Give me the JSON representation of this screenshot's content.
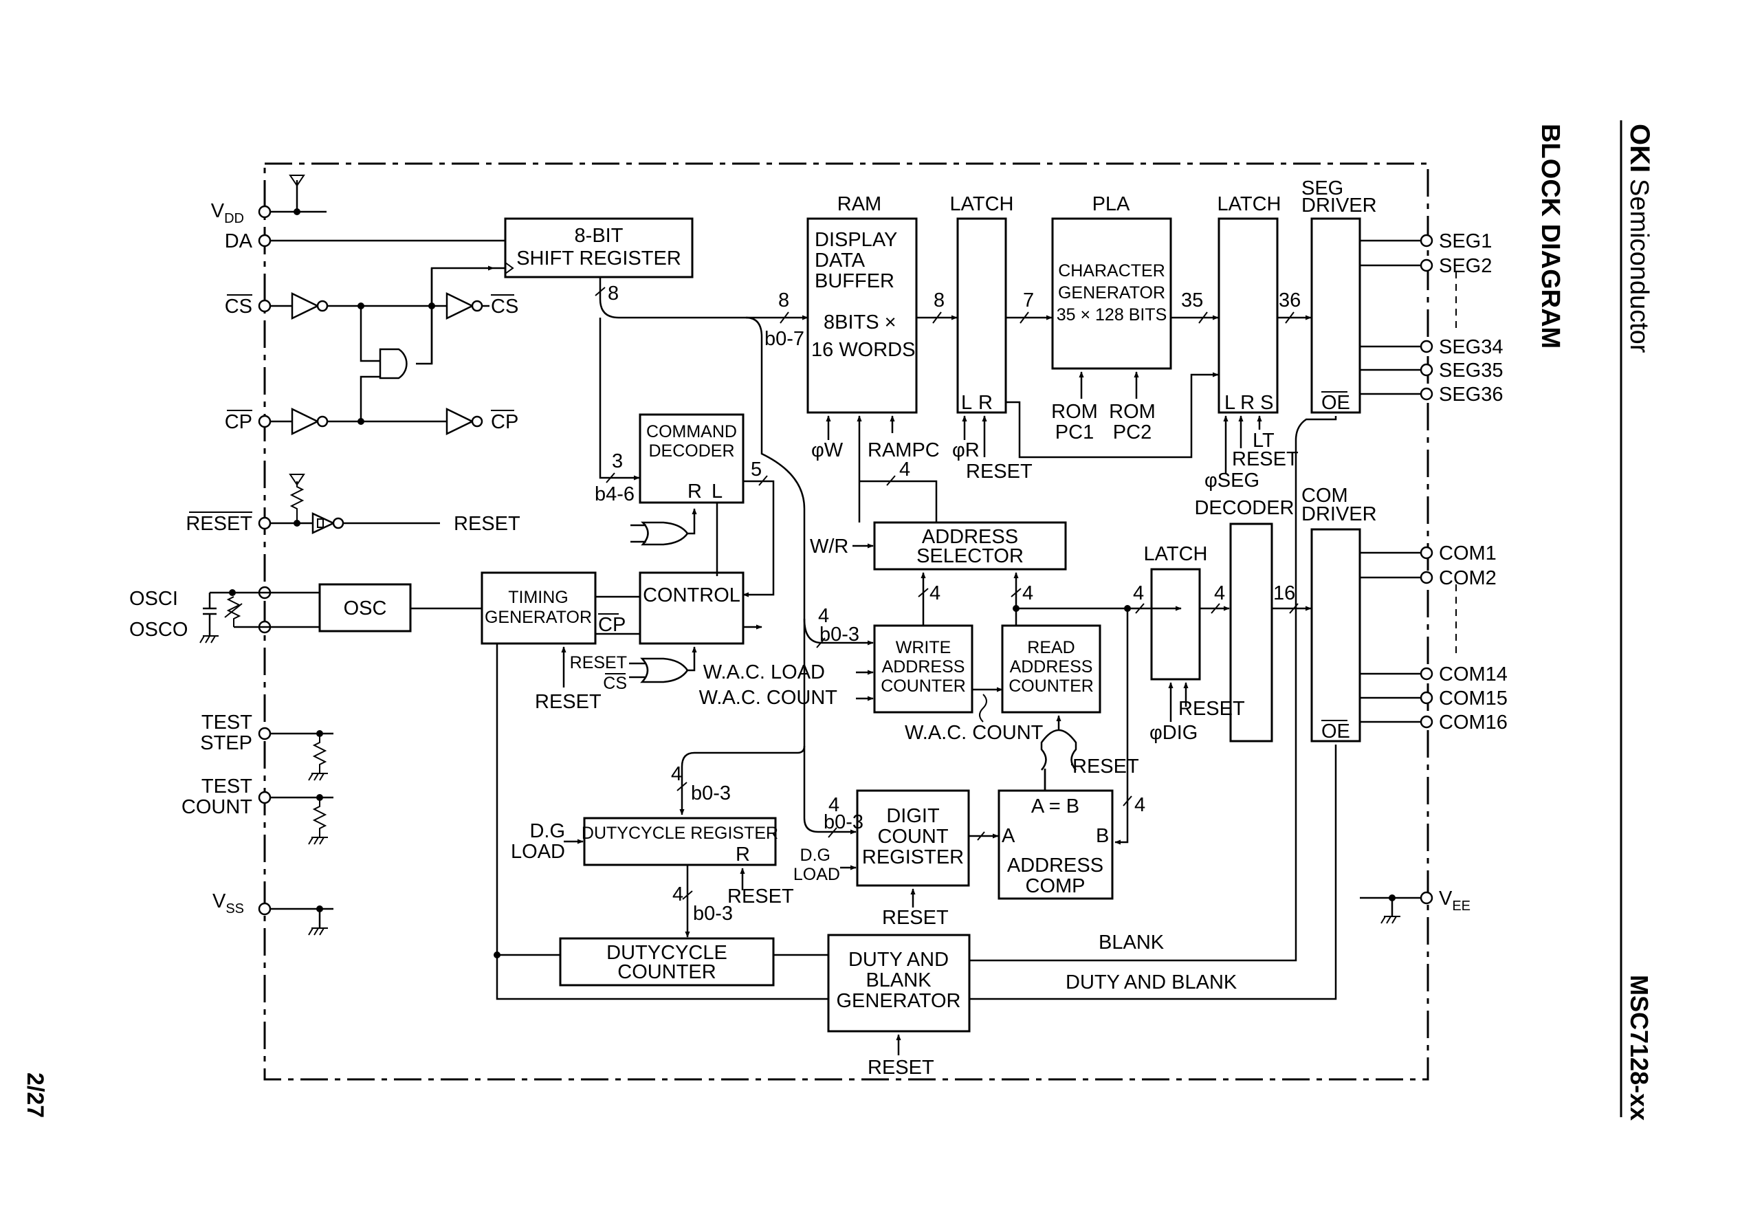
{
  "header": {
    "brand": "OKI",
    "brand_suffix": "Semiconductor",
    "section_title": "BLOCK DIAGRAM",
    "part_number": "MSC7128-xx",
    "page_number": "2/27"
  },
  "pins_left": {
    "vdd": "V",
    "vdd_sub": "DD",
    "da": "DA",
    "cs": "CS",
    "cp": "CP",
    "reset": "RESET",
    "osci": "OSCI",
    "osco": "OSCO",
    "test_step_1": "TEST",
    "test_step_2": "STEP",
    "test_count_1": "TEST",
    "test_count_2": "COUNT",
    "vss": "V",
    "vss_sub": "SS"
  },
  "pins_right": {
    "seg1": "SEG1",
    "seg2": "SEG2",
    "seg34": "SEG34",
    "seg35": "SEG35",
    "seg36": "SEG36",
    "com1": "COM1",
    "com2": "COM2",
    "com14": "COM14",
    "com15": "COM15",
    "com16": "COM16",
    "vee": "V",
    "vee_sub": "EE"
  },
  "blocks": {
    "shift_register_1": "8-BIT",
    "shift_register_2": "SHIFT REGISTER",
    "ram_title": "RAM",
    "ram_1": "DISPLAY",
    "ram_2": "DATA",
    "ram_3": "BUFFER",
    "ram_4": "8BITS ×",
    "ram_5": "16 WORDS",
    "latch1_title": "LATCH",
    "pla_title": "PLA",
    "pla_1": "CHARACTER",
    "pla_2": "GENERATOR",
    "pla_3": "35 × 128 BITS",
    "latch2_title": "LATCH",
    "seg_driver_1": "SEG",
    "seg_driver_2": "DRIVER",
    "command_decoder_1": "COMMAND",
    "command_decoder_2": "DECODER",
    "control": "CONTROL",
    "osc": "OSC",
    "timing_generator_1": "TIMING",
    "timing_generator_2": "GENERATOR",
    "address_selector_1": "ADDRESS",
    "address_selector_2": "SELECTOR",
    "write_counter_1": "WRITE",
    "write_counter_2": "ADDRESS",
    "write_counter_3": "COUNTER",
    "read_counter_1": "READ",
    "read_counter_2": "ADDRESS",
    "read_counter_3": "COUNTER",
    "latch3_title": "LATCH",
    "decoder_title": "DECODER",
    "com_driver_1": "COM",
    "com_driver_2": "DRIVER",
    "dutycycle_register": "DUTYCYCLE REGISTER",
    "digit_count_1": "DIGIT",
    "digit_count_2": "COUNT",
    "digit_count_3": "REGISTER",
    "address_comp_eq": "A = B",
    "address_comp_1": "ADDRESS",
    "address_comp_2": "COMP",
    "dutycycle_counter_1": "DUTYCYCLE",
    "dutycycle_counter_2": "COUNTER",
    "duty_blank_1": "DUTY AND",
    "duty_blank_2": "BLANK",
    "duty_blank_3": "GENERATOR"
  },
  "signals": {
    "cs_out": "CS",
    "cp_out": "CP",
    "reset_out": "RESET",
    "bus_8a": "8",
    "bus_8b": "8",
    "b0_7": "b0-7",
    "bus_8c": "8",
    "bus_7": "7",
    "bus_35": "35",
    "bus_36": "36",
    "bus_3": "3",
    "b4_6": "b4-6",
    "bus_5": "5",
    "r_flag": "R",
    "l_flag": "L",
    "phi_w": "φW",
    "rampc": "RAMPC",
    "bus_4_rampc": "4",
    "phi_r": "φR",
    "reset_latch1": "RESET",
    "latch1_l": "L",
    "latch1_r": "R",
    "rom_pc1_1": "ROM",
    "rom_pc1_2": "PC1",
    "rom_pc2_1": "ROM",
    "rom_pc2_2": "PC2",
    "latch2_lrs": "L R S",
    "lt": "LT",
    "reset_latch2": "RESET",
    "phi_seg": "φSEG",
    "oe_seg": "OE",
    "oe_com": "OE",
    "w_r": "W/R",
    "bus_4_ws": "4",
    "bus_4_rs": "4",
    "bus_4_wac": "4",
    "b0_3_wac": "b0-3",
    "wac_load": "W.A.C. LOAD",
    "wac_count": "W.A.C. COUNT",
    "wac_count_below": "W.A.C. COUNT",
    "tg_cp": "CP",
    "reset_gate": "RESET",
    "cs_gate": "CS",
    "reset_tg": "RESET",
    "bus_4_latch3_in": "4",
    "bus_4_latch3_out": "4",
    "bus_16": "16",
    "reset_latch3": "RESET",
    "phi_dig": "φDIG",
    "reset_or": "RESET",
    "bus_4_dr": "4",
    "b0_3_dr": "b0-3",
    "dg_load_1": "D.G",
    "dg_load_2": "LOAD",
    "dr_r": "R",
    "reset_dr": "RESET",
    "bus_4_dc": "4",
    "b0_3_dc": "b0-3",
    "bus_4_dcr": "4",
    "b0_3_dcr": "b0-3",
    "dcr_load_1": "D.G",
    "dcr_load_2": "LOAD",
    "comp_a": "A",
    "comp_b": "B",
    "bus_4_comp": "4",
    "reset_dcr": "RESET",
    "blank": "BLANK",
    "duty_and_blank": "DUTY AND BLANK",
    "reset_dbg": "RESET"
  }
}
